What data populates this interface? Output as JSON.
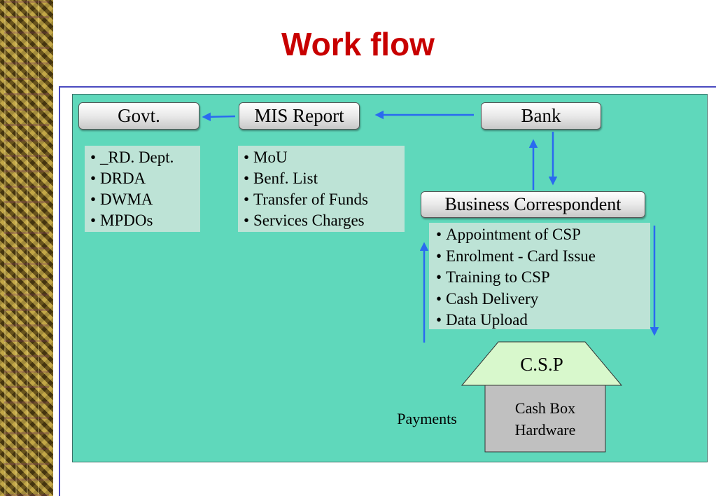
{
  "title": "Work flow",
  "nodes": {
    "govt": "Govt.",
    "mis": "MIS Report",
    "bank": "Bank",
    "bc": "Business Correspondent",
    "csp": "C.S.P",
    "cashbox_line1": "Cash Box",
    "cashbox_line2": "Hardware",
    "payments": "Payments"
  },
  "lists": {
    "govt": [
      "_RD. Dept.",
      "DRDA",
      "DWMA",
      "MPDOs"
    ],
    "mis": [
      "MoU",
      "Benf. List",
      "Transfer of Funds",
      "Services Charges"
    ],
    "bc": [
      "Appointment of CSP",
      "Enrolment - Card Issue",
      "Training to CSP",
      "Cash Delivery",
      "Data Upload"
    ]
  },
  "colors": {
    "title": "#c80000",
    "panel": "#5fd8bb",
    "list_box": "#bde3d6",
    "arrow": "#2a6af0",
    "csp_roof": "#d8f8cc",
    "cashbox": "#c0c0c0"
  }
}
